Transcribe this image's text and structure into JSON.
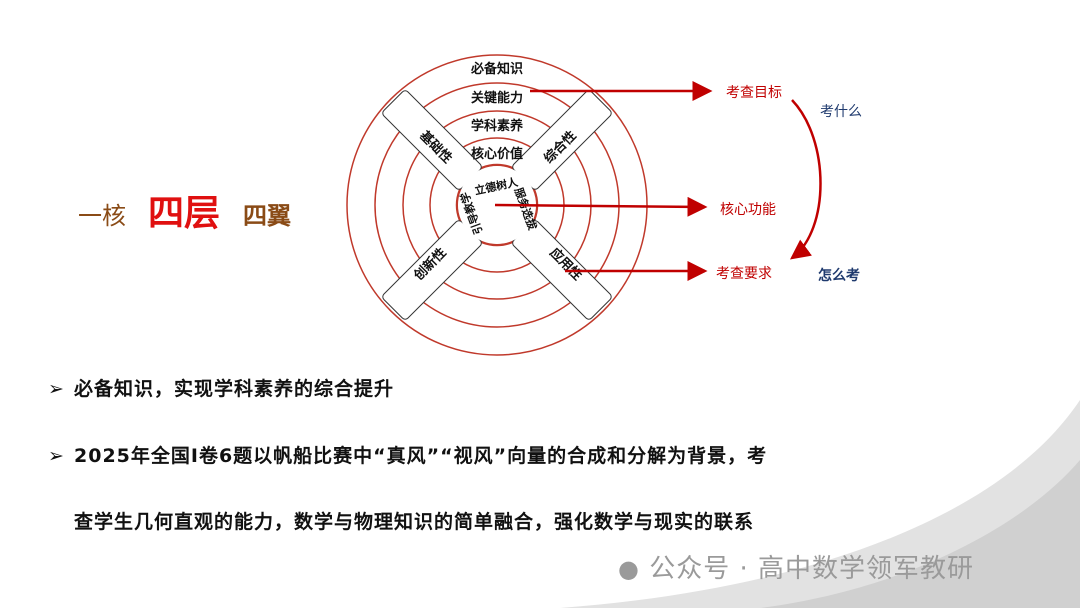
{
  "left_title": {
    "part1": "一核",
    "part2": "四层",
    "part3": "四翼"
  },
  "diagram": {
    "rings": [
      "必备知识",
      "关键能力",
      "学科素养",
      "核心价值"
    ],
    "center": [
      "立德树人",
      "服务选拔",
      "引导教学"
    ],
    "wings": [
      "基础性",
      "综合性",
      "创新性",
      "应用性"
    ],
    "targets": [
      "考查目标",
      "核心功能",
      "考查要求"
    ],
    "questions": [
      "考什么",
      "怎么考"
    ],
    "colors": {
      "ring": "#c0392b",
      "arrow": "#c00000",
      "question": "#1f3a6e"
    }
  },
  "bullets": [
    "必备知识，实现学科素养的综合提升",
    "2025年全国I卷6题以帆船比赛中“真风”“视风”向量的合成和分解为背景，考",
    "查学生几何直观的能力，数学与物理知识的简单融合，强化数学与现实的联系"
  ],
  "bullet_marker": "➢",
  "watermark": "公众号 · 高中数学领军教研"
}
